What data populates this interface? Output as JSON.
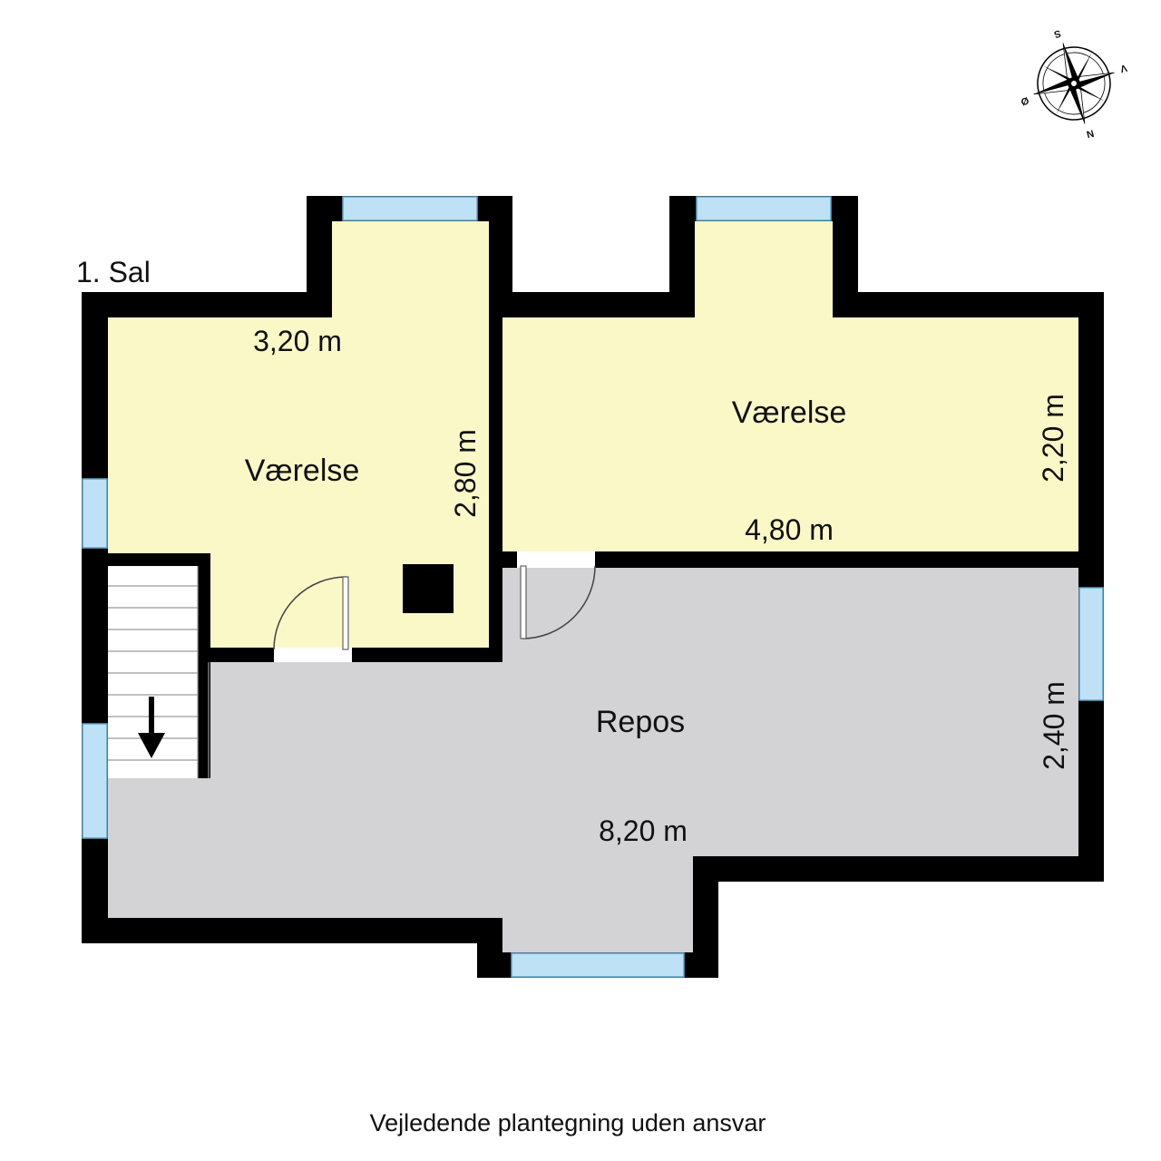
{
  "floor": {
    "label": "1. Sal"
  },
  "rooms": [
    {
      "id": "vaerelse-left",
      "label": "Værelse",
      "dim_width": "3,20 m",
      "dim_depth": "2,80 m"
    },
    {
      "id": "vaerelse-right",
      "label": "Værelse",
      "dim_width": "4,80 m",
      "dim_depth": "2,20 m"
    },
    {
      "id": "repos",
      "label": "Repos",
      "dim_width": "8,20 m",
      "dim_depth": "2,40 m"
    }
  ],
  "compass": {
    "north": "N",
    "south": "S",
    "east": "Ø",
    "west": "V",
    "icon": "compass-rose-icon"
  },
  "footer": {
    "disclaimer": "Vejledende plantegning uden ansvar"
  },
  "colors": {
    "wall": "#000000",
    "room": "#fbf8c8",
    "hall": "#d3d3d5",
    "window": "#bfe1f5",
    "window_frame": "#5ea5c8"
  }
}
